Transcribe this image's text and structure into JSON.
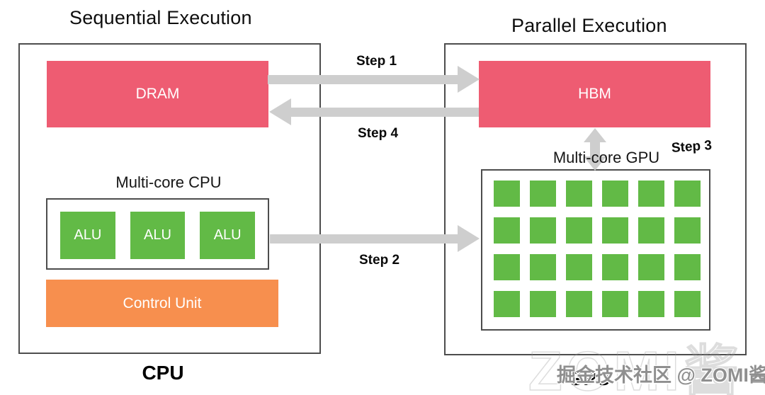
{
  "titles": {
    "left": "Sequential Execution",
    "right": "Parallel Execution"
  },
  "cpu": {
    "label": "CPU",
    "dram_label": "DRAM",
    "multicore_label": "Multi-core CPU",
    "alu_labels": [
      "ALU",
      "ALU",
      "ALU"
    ],
    "control_unit_label": "Control Unit"
  },
  "gpu": {
    "label": "GPU",
    "hbm_label": "HBM",
    "multicore_label": "Multi-core GPU",
    "core_grid": {
      "rows": 4,
      "cols": 6
    }
  },
  "steps": {
    "step1": "Step 1",
    "step2": "Step 2",
    "step3": "Step 3",
    "step4": "Step 4"
  },
  "watermark": {
    "small": "掘金技术社区 @ ZOMI酱",
    "large": "ZOMI酱"
  },
  "colors": {
    "pink": "#ee5c72",
    "green": "#62ba46",
    "orange": "#f78f4e",
    "arrow": "#cecece",
    "border": "#4d4d4d"
  }
}
